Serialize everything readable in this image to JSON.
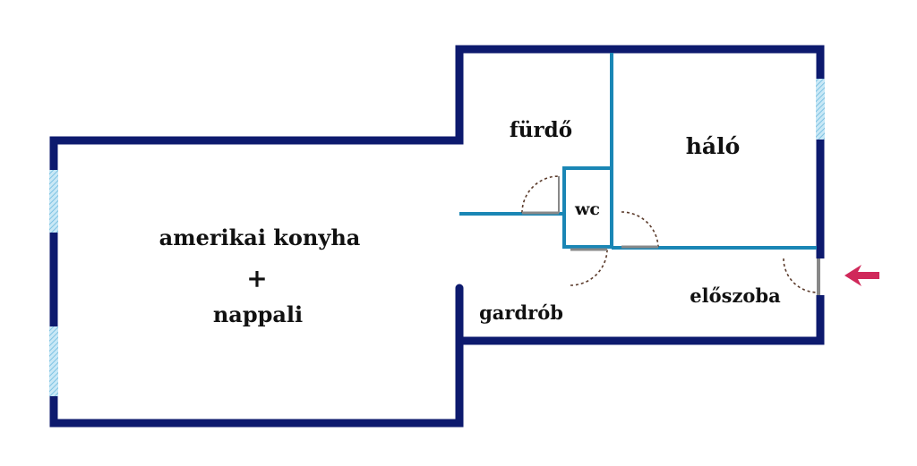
{
  "floorplan": {
    "rooms": {
      "living": {
        "line1": "amerikai konyha",
        "plus": "+",
        "line2": "nappali"
      },
      "bathroom": "fürdő",
      "wc": "wc",
      "bedroom": "háló",
      "wardrobe": "gardrób",
      "hallway": "előszoba"
    }
  },
  "colors": {
    "outer_wall": "#0d1a6e",
    "inner_wall": "#1a86b5",
    "window": "#9fd4ec",
    "door_swing": "#5b3b2b",
    "door_leaf": "#888888",
    "entrance_arrow": "#d0285a"
  },
  "icons": {
    "entrance": "entrance-arrow-icon"
  }
}
